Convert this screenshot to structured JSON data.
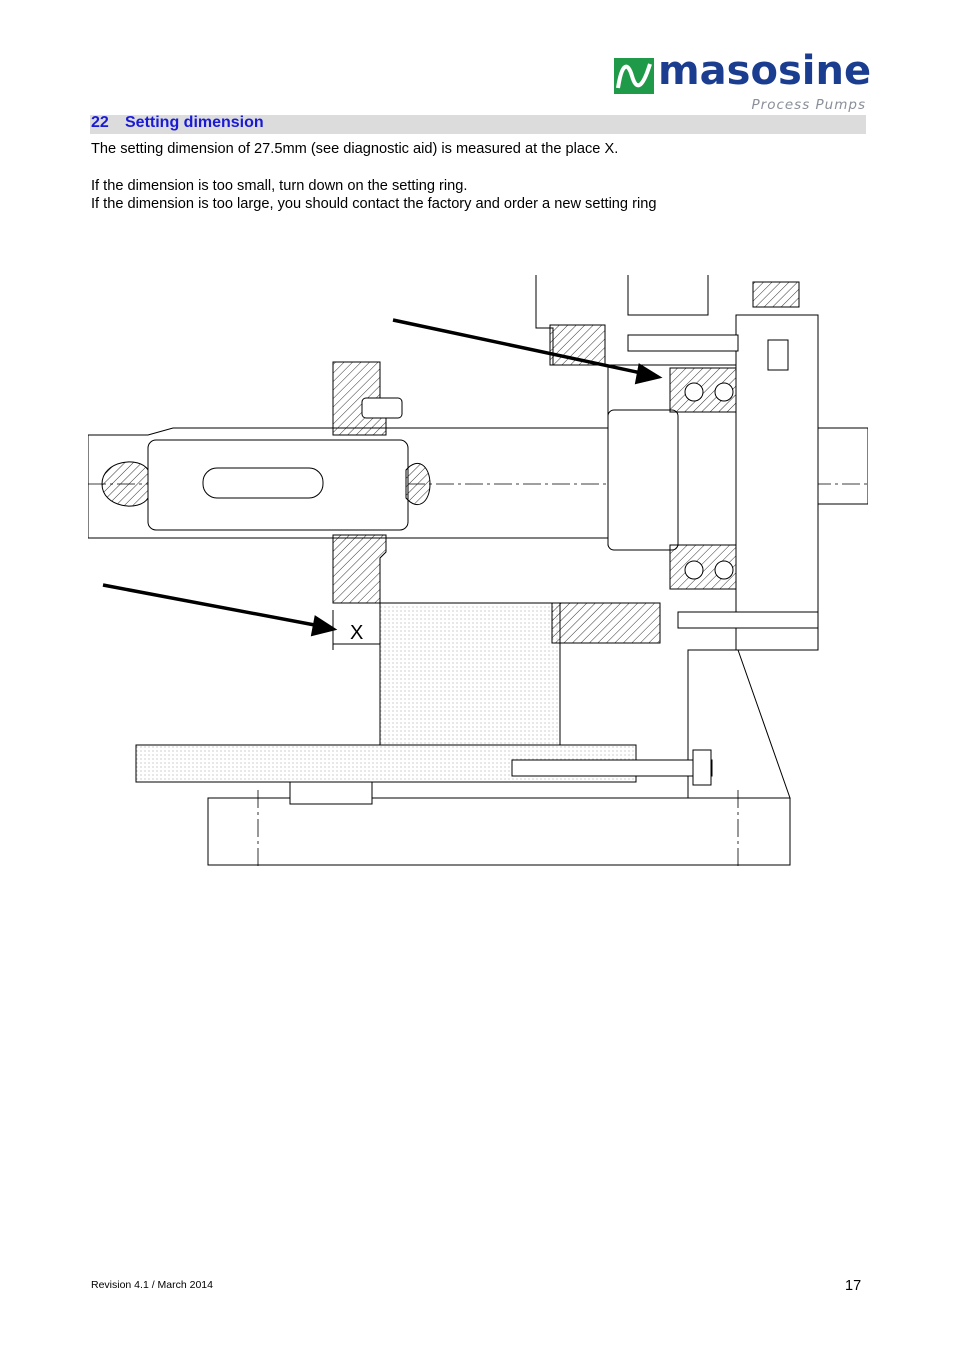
{
  "header": {
    "logo_word": "masosine",
    "logo_sub": "Process Pumps",
    "brand_color": "#1b3d8f",
    "mark_color": "#1f9a48"
  },
  "section": {
    "number": "22",
    "title": "Setting dimension",
    "title_color": "#1a1ad6"
  },
  "body": {
    "p1": "The setting dimension of 27.5mm (see diagnostic aid) is measured at the place X.",
    "p2": "If the dimension is too small, turn down on the setting ring.",
    "p3": "If the dimension is too large, you should contact the factory and order a new setting ring"
  },
  "figure": {
    "label_x": "X"
  },
  "footer": {
    "revision": "Revision 4.1 / March 2014",
    "page": "17"
  }
}
